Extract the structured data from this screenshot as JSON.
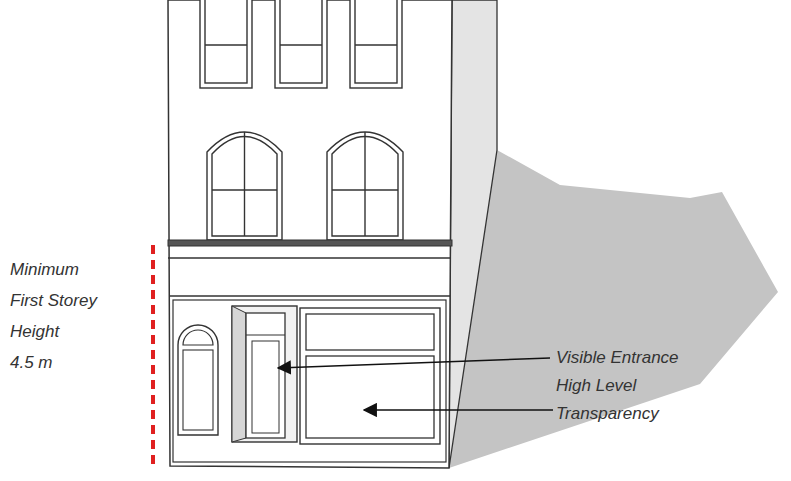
{
  "diagram": {
    "labels": [
      "Minimum First Storey Height",
      "4.5 m",
      "Visible Entrance",
      "High Level Transparency"
    ]
  }
}
